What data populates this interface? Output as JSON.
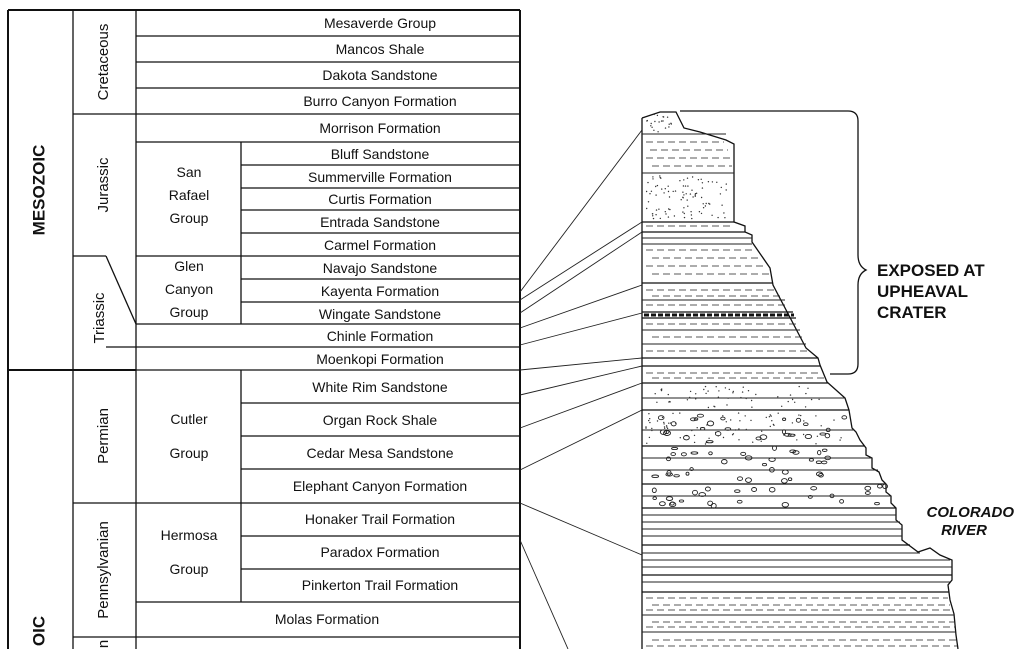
{
  "eras": [
    {
      "name": "MESOZOIC"
    },
    {
      "name": "OIC"
    }
  ],
  "periods": [
    {
      "name": "Cretaceous"
    },
    {
      "name": "Jurassic"
    },
    {
      "name": "Triassic"
    },
    {
      "name": "Permian"
    },
    {
      "name": "Pennsylvanian"
    },
    {
      "name": "n"
    }
  ],
  "groups": [
    {
      "lines": [
        "San",
        "Rafael",
        "Group"
      ]
    },
    {
      "lines": [
        "Glen",
        "Canyon",
        "Group"
      ]
    },
    {
      "lines": [
        "Cutler",
        "Group"
      ]
    },
    {
      "lines": [
        "Hermosa",
        "Group"
      ]
    }
  ],
  "formations": [
    {
      "name": "Mesaverde Group"
    },
    {
      "name": "Mancos Shale"
    },
    {
      "name": "Dakota Sandstone"
    },
    {
      "name": "Burro Canyon Formation"
    },
    {
      "name": "Morrison Formation"
    },
    {
      "name": "Bluff Sandstone"
    },
    {
      "name": "Summerville Formation"
    },
    {
      "name": "Curtis Formation"
    },
    {
      "name": "Entrada Sandstone"
    },
    {
      "name": "Carmel Formation"
    },
    {
      "name": "Navajo Sandstone"
    },
    {
      "name": "Kayenta Formation"
    },
    {
      "name": "Wingate Sandstone"
    },
    {
      "name": "Chinle Formation"
    },
    {
      "name": "Moenkopi Formation"
    },
    {
      "name": "White Rim Sandstone"
    },
    {
      "name": "Organ Rock Shale"
    },
    {
      "name": "Cedar Mesa Sandstone"
    },
    {
      "name": "Elephant Canyon Formation"
    },
    {
      "name": "Honaker Trail Formation"
    },
    {
      "name": "Paradox Formation"
    },
    {
      "name": "Pinkerton Trail Formation"
    },
    {
      "name": "Molas Formation"
    }
  ],
  "annotation": {
    "lines": [
      "EXPOSED AT",
      "UPHEAVAL",
      "CRATER"
    ]
  },
  "river": {
    "lines": [
      "COLORADO",
      "RIVER"
    ]
  },
  "colors": {
    "ink": "#111111",
    "paper": "#ffffff"
  }
}
